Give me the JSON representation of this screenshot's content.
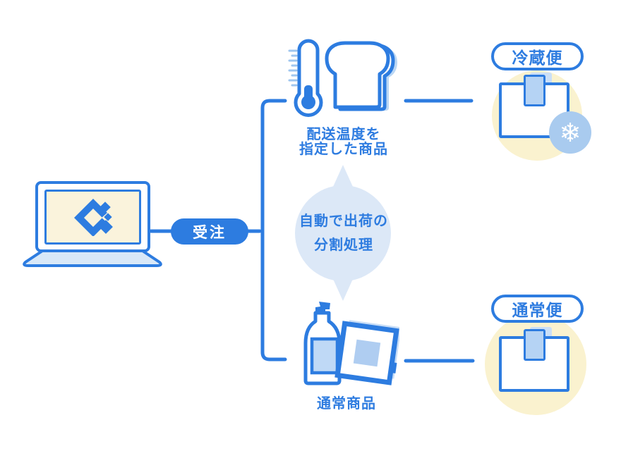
{
  "labels": {
    "order": "受注",
    "top_product_line1": "配送温度を",
    "top_product_line2": "指定した商品",
    "center_line1": "自動で出荷の",
    "center_line2": "分割処理",
    "bottom_product": "通常商品",
    "refrigerated_delivery": "冷蔵便",
    "normal_delivery": "通常便"
  },
  "icons": {
    "laptop": "laptop-icon",
    "logo": "app-logo-icon",
    "thermometer": "thermometer-icon",
    "bread": "bread-icon",
    "spray_bottle": "spray-bottle-icon",
    "photo_frame": "frame-icon",
    "parcel_box": "box-icon",
    "tape": "tape-icon",
    "snowflake": "snowflake-icon",
    "snowflake_glyph": "❄"
  },
  "colors": {
    "primary_blue": "#2D7CE0",
    "text_blue": "#2E7CE0",
    "light_blue_fill": "#BFD9F6",
    "tape_blue": "#B5D3F4",
    "shadow_blue": "#BBD7F4",
    "bubble_blue": "#DCE8F7",
    "snow_circle_blue": "#A9CBEF",
    "tick_blue": "#9FC6EF",
    "pale_yellow": "#FAF2CF",
    "screen_cream": "#FAF3DC",
    "laptop_base_blue": "#D8E8F8",
    "background": "#FFFFFF"
  }
}
